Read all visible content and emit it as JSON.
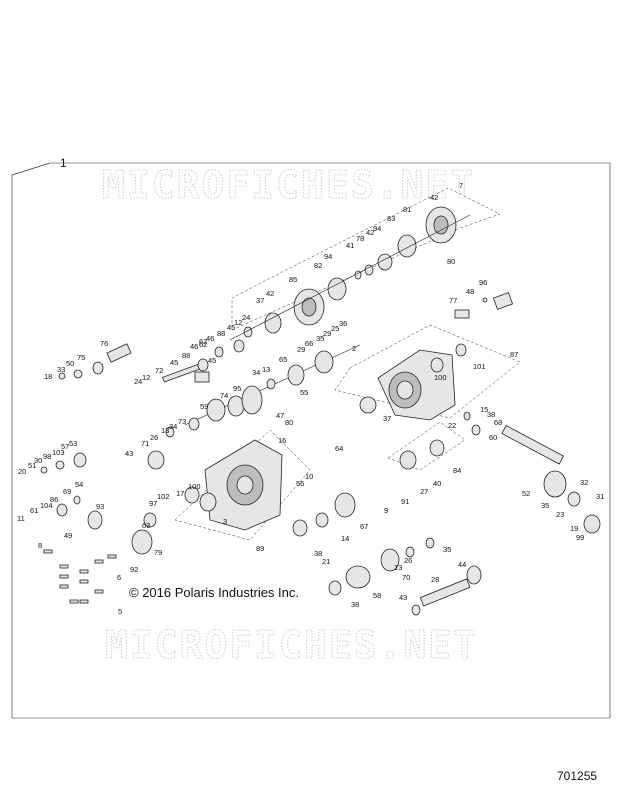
{
  "watermark": {
    "text": "MICROFICHES.NET"
  },
  "assembly_number": "1",
  "copyright": "© 2016 Polaris Industries Inc.",
  "diagram_id": "701255",
  "callouts": [
    "7",
    "42",
    "81",
    "83",
    "94",
    "78",
    "41",
    "42",
    "80",
    "94",
    "82",
    "85",
    "42",
    "37",
    "96",
    "48",
    "77",
    "24",
    "12",
    "45",
    "88",
    "62",
    "46",
    "45",
    "75",
    "76",
    "50",
    "33",
    "18",
    "24",
    "12",
    "72",
    "45",
    "88",
    "46",
    "62",
    "55",
    "2",
    "87",
    "100",
    "101",
    "13",
    "34",
    "65",
    "29",
    "66",
    "35",
    "29",
    "25",
    "36",
    "95",
    "74",
    "59",
    "47",
    "80",
    "64",
    "37",
    "15",
    "38",
    "68",
    "22",
    "34",
    "73",
    "13",
    "26",
    "71",
    "43",
    "16",
    "56",
    "10",
    "53",
    "57",
    "103",
    "98",
    "30",
    "51",
    "20",
    "104",
    "69",
    "54",
    "93",
    "86",
    "61",
    "11",
    "49",
    "8",
    "97",
    "102",
    "63",
    "79",
    "92",
    "6",
    "5",
    "17",
    "100",
    "3",
    "89",
    "21",
    "38",
    "14",
    "67",
    "9",
    "91",
    "27",
    "40",
    "84",
    "60",
    "52",
    "35",
    "32",
    "31",
    "23",
    "19",
    "99",
    "26",
    "35",
    "13",
    "70",
    "58",
    "38",
    "28",
    "44",
    "43"
  ]
}
